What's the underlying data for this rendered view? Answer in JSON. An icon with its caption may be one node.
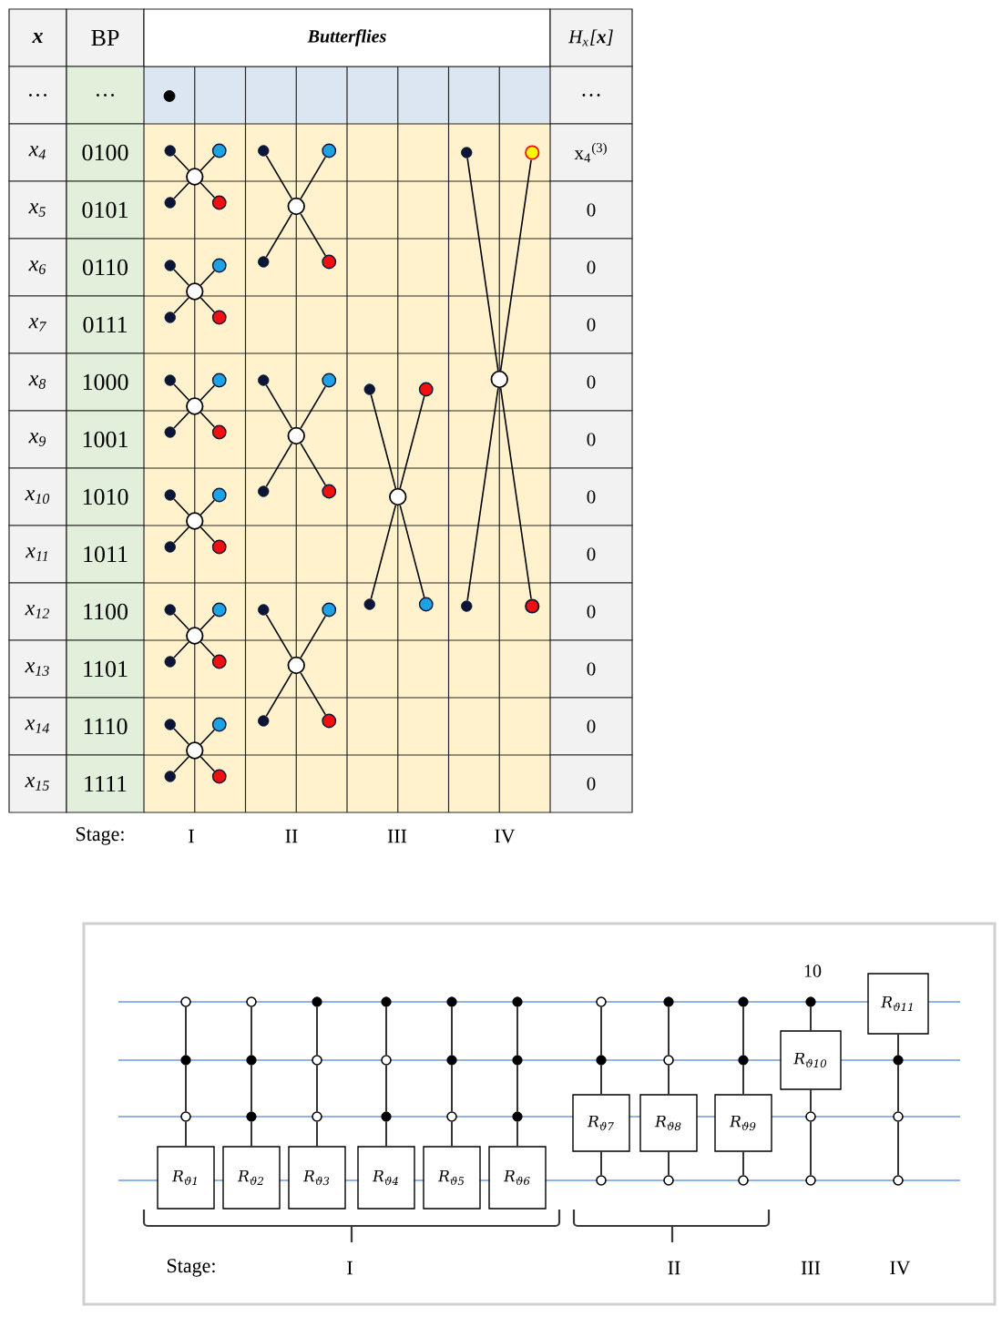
{
  "diagram": {
    "nodes": [
      {
        "text": [],
        "shape": "circle"
      },
      {
        "text": [],
        "shape": "circle"
      },
      {
        "text": [],
        "shape": "circle"
      },
      {
        "text": [],
        "shape": "circle"
      },
      {
        "text": [],
        "shape": "circle"
      },
      {
        "text": [],
        "shape": "circle"
      },
      {
        "text": [],
        "shape": "circle"
      },
      {
        "text": [],
        "shape": "circle"
      },
      {
        "text": [],
        "shape": "circle"
      },
      {
        "text": [],
        "shape": "circle"
      },
      {
        "text": [],
        "shape": "circle"
      },
      {
        "text": [],
        "shape": "circle"
      },
      {
        "text": [],
        "shape": "circle"
      },
      {
        "text": [],
        "shape": "circle"
      },
      {
        "text": [],
        "shape": "circle"
      },
      {
        "text": [],
        "shape": "circle"
      },
      {
        "text": [],
        "shape": "circle"
      },
      {
        "text": [],
        "shape": "circle"
      },
      {
        "text": [],
        "shape": "circle"
      },
      {
        "text": [],
        "shape": "circle"
      },
      {
        "text": [],
        "shape": "circle"
      },
      {
        "text": [],
        "shape": "circle"
      },
      {
        "text": [],
        "shape": "circle"
      },
      {
        "text": [],
        "shape": "circle"
      },
      {
        "text": [],
        "shape": "circle"
      },
      {
        "text": [],
        "shape": "circle"
      },
      {
        "text": [],
        "shape": "circle"
      },
      {
        "text": [],
        "shape": "circle"
      },
      {
        "text": [],
        "shape": "circle"
      },
      {
        "text": [],
        "shape": "circle"
      },
      {
        "text": [],
        "shape": "circle"
      },
      {
        "text": [],
        "shape": "circle"
      },
      {
        "text": [],
        "shape": "circle"
      },
      {
        "text": [],
        "shape": "circle"
      },
      {
        "text": [],
        "shape": "circle"
      },
      {
        "text": [],
        "shape": "circle"
      },
      {
        "text": [],
        "shape": "circle"
      },
      {
        "text": [],
        "shape": "circle"
      },
      {
        "text": [],
        "shape": "circle"
      },
      {
        "text": [],
        "shape": "circle"
      },
      {
        "text": [],
        "shape": "circle"
      },
      {
        "text": [],
        "shape": "circle"
      },
      {
        "text": [],
        "shape": "circle"
      },
      {
        "text": [],
        "shape": "circle"
      },
      {
        "text": [],
        "shape": "circle"
      },
      {
        "text": [],
        "shape": "circle"
      },
      {
        "text": [],
        "shape": "circle"
      },
      {
        "text": [],
        "shape": "circle"
      },
      {
        "text": [],
        "shape": "circle"
      },
      {
        "text": [],
        "shape": "circle"
      },
      {
        "text": [],
        "shape": "circle"
      },
      {
        "text": [],
        "shape": "circle"
      },
      {
        "text": [],
        "shape": "circle"
      },
      {
        "text": [],
        "shape": "circle"
      },
      {
        "text": [],
        "shape": "circle"
      },
      {
        "text": [],
        "shape": "circle"
      },
      {
        "text": [],
        "shape": "circle"
      },
      {
        "text": [],
        "shape": "circle"
      },
      {
        "text": [],
        "shape": "circle"
      },
      {
        "text": [
          "R$_{ϑ1}$"
        ]
      },
      {
        "text": [],
        "shape": "circle"
      },
      {
        "text": [],
        "shape": "circle"
      },
      {
        "text": [],
        "shape": "circle"
      },
      {
        "text": [
          "R$_{ϑ2}$"
        ]
      },
      {
        "text": [],
        "shape": "circle"
      },
      {
        "text": [],
        "shape": "circle"
      },
      {
        "text": [],
        "shape": "circle"
      },
      {
        "text": [
          "R$_{ϑ3}$"
        ]
      },
      {
        "text": [],
        "shape": "circle"
      },
      {
        "text": [],
        "shape": "circle"
      },
      {
        "text": [],
        "shape": "circle"
      },
      {
        "text": [
          "R$_{ϑ4}$"
        ]
      },
      {
        "text": [],
        "shape": "circle"
      },
      {
        "text": [],
        "shape": "circle"
      },
      {
        "text": [],
        "shape": "circle"
      },
      {
        "text": [
          "R$_{ϑ5}$"
        ]
      },
      {
        "text": [],
        "shape": "circle"
      },
      {
        "text": [],
        "shape": "circle"
      },
      {
        "text": [],
        "shape": "circle"
      },
      {
        "text": [
          "R$_{ϑ6}$"
        ]
      },
      {
        "text": [],
        "shape": "circle"
      },
      {
        "text": [],
        "shape": "circle"
      },
      {
        "text": [
          "R$_{ϑ7}$"
        ]
      },
      {
        "text": [],
        "shape": "circle"
      },
      {
        "text": [],
        "shape": "circle"
      },
      {
        "text": [],
        "shape": "circle"
      },
      {
        "text": [
          "R$_{ϑ8}$"
        ]
      },
      {
        "text": [],
        "shape": "circle"
      },
      {
        "text": [],
        "shape": "circle"
      },
      {
        "text": [],
        "shape": "circle"
      },
      {
        "text": [
          "R$_{ϑ9}$"
        ]
      },
      {
        "text": [],
        "shape": "circle"
      },
      {
        "text": [],
        "shape": "circle"
      },
      {
        "text": [
          "R$_{ϑ10}$"
        ]
      },
      {
        "text": [],
        "shape": "circle"
      },
      {
        "text": [],
        "shape": "circle"
      },
      {
        "text": [
          "R$_{ϑ11}$"
        ]
      },
      {
        "text": [],
        "shape": "circle"
      },
      {
        "text": [],
        "shape": "circle"
      },
      {
        "text": [],
        "shape": "circle"
      }
    ],
    "edges": [
      {
        "from": 1,
        "to": 3,
        "arrow": "none"
      },
      {
        "from": 3,
        "to": 5,
        "arrow": "none"
      },
      {
        "from": 4,
        "to": 3,
        "arrow": "none"
      },
      {
        "from": 3,
        "to": 2,
        "arrow": "none"
      },
      {
        "from": 6,
        "to": 8,
        "arrow": "none"
      },
      {
        "from": 8,
        "to": 10,
        "arrow": "none"
      },
      {
        "from": 9,
        "to": 8,
        "arrow": "none"
      },
      {
        "from": 8,
        "to": 7,
        "arrow": "none"
      },
      {
        "from": 11,
        "to": 13,
        "arrow": "none"
      },
      {
        "from": 13,
        "to": 15,
        "arrow": "none"
      },
      {
        "from": 14,
        "to": 13,
        "arrow": "none"
      },
      {
        "from": 13,
        "to": 12,
        "arrow": "none"
      },
      {
        "from": 16,
        "to": 18,
        "arrow": "none"
      },
      {
        "from": 18,
        "to": 20,
        "arrow": "none"
      },
      {
        "from": 19,
        "to": 18,
        "arrow": "none"
      },
      {
        "from": 18,
        "to": 17,
        "arrow": "none"
      },
      {
        "from": 21,
        "to": 23,
        "arrow": "none"
      },
      {
        "from": 23,
        "to": 25,
        "arrow": "none"
      },
      {
        "from": 24,
        "to": 23,
        "arrow": "none"
      },
      {
        "from": 23,
        "to": 22,
        "arrow": "none"
      },
      {
        "from": 26,
        "to": 28,
        "arrow": "none"
      },
      {
        "from": 28,
        "to": 30,
        "arrow": "none"
      },
      {
        "from": 29,
        "to": 28,
        "arrow": "none"
      },
      {
        "from": 28,
        "to": 27,
        "arrow": "none"
      },
      {
        "from": 31,
        "to": 33,
        "arrow": "none"
      },
      {
        "from": 33,
        "to": 35,
        "arrow": "none"
      },
      {
        "from": 34,
        "to": 33,
        "arrow": "none"
      },
      {
        "from": 33,
        "to": 32,
        "arrow": "none"
      },
      {
        "from": 36,
        "to": 38,
        "arrow": "none"
      },
      {
        "from": 38,
        "to": 40,
        "arrow": "none"
      },
      {
        "from": 39,
        "to": 38,
        "arrow": "none"
      },
      {
        "from": 38,
        "to": 37,
        "arrow": "none"
      },
      {
        "from": 41,
        "to": 43,
        "arrow": "none"
      },
      {
        "from": 43,
        "to": 45,
        "arrow": "none"
      },
      {
        "from": 44,
        "to": 43,
        "arrow": "none"
      },
      {
        "from": 43,
        "to": 42,
        "arrow": "none"
      },
      {
        "from": 46,
        "to": 48,
        "arrow": "none"
      },
      {
        "from": 48,
        "to": 50,
        "arrow": "none"
      },
      {
        "from": 49,
        "to": 48,
        "arrow": "none"
      },
      {
        "from": 48,
        "to": 47,
        "arrow": "none"
      },
      {
        "from": 51,
        "to": 53,
        "arrow": "none"
      },
      {
        "from": 53,
        "to": 55,
        "arrow": "none"
      },
      {
        "from": 54,
        "to": 53,
        "arrow": "none"
      },
      {
        "from": 53,
        "to": 52,
        "arrow": "none"
      },
      {
        "from": 56,
        "to": 57,
        "arrow": "none"
      },
      {
        "from": 57,
        "to": 58,
        "arrow": "none"
      },
      {
        "from": 58,
        "to": 59,
        "arrow": "none"
      },
      {
        "from": 60,
        "to": 61,
        "arrow": "none"
      },
      {
        "from": 61,
        "to": 62,
        "arrow": "none"
      },
      {
        "from": 62,
        "to": 63,
        "arrow": "none"
      },
      {
        "from": 64,
        "to": 65,
        "arrow": "none"
      },
      {
        "from": 65,
        "to": 66,
        "arrow": "none"
      },
      {
        "from": 66,
        "to": 67,
        "arrow": "none"
      },
      {
        "from": 68,
        "to": 69,
        "arrow": "none"
      },
      {
        "from": 69,
        "to": 70,
        "arrow": "none"
      },
      {
        "from": 70,
        "to": 71,
        "arrow": "none"
      },
      {
        "from": 72,
        "to": 73,
        "arrow": "none"
      },
      {
        "from": 73,
        "to": 74,
        "arrow": "none"
      },
      {
        "from": 74,
        "to": 75,
        "arrow": "none"
      },
      {
        "from": 76,
        "to": 77,
        "arrow": "none"
      },
      {
        "from": 77,
        "to": 78,
        "arrow": "none"
      },
      {
        "from": 78,
        "to": 79,
        "arrow": "none"
      },
      {
        "from": 80,
        "to": 81,
        "arrow": "none"
      },
      {
        "from": 81,
        "to": 82,
        "arrow": "none"
      },
      {
        "from": 82,
        "to": 83,
        "arrow": "none"
      },
      {
        "from": 84,
        "to": 85,
        "arrow": "none"
      },
      {
        "from": 85,
        "to": 86,
        "arrow": "none"
      },
      {
        "from": 86,
        "to": 87,
        "arrow": "none"
      },
      {
        "from": 88,
        "to": 89,
        "arrow": "none"
      },
      {
        "from": 89,
        "to": 90,
        "arrow": "none"
      },
      {
        "from": 90,
        "to": 91,
        "arrow": "none"
      },
      {
        "from": 92,
        "to": 93,
        "arrow": "none"
      },
      {
        "from": 93,
        "to": 94,
        "arrow": "none"
      },
      {
        "from": 94,
        "to": 95,
        "arrow": "none"
      },
      {
        "from": 96,
        "to": 97,
        "arrow": "none"
      },
      {
        "from": 97,
        "to": 98,
        "arrow": "none"
      },
      {
        "from": 98,
        "to": 99,
        "arrow": "none"
      }
    ],
    "labels": [
      "x",
      "BP",
      "Butterflies",
      "H$_{x}$[**x**]",
      "…",
      "…",
      "…",
      "x$_{4}$",
      "0100",
      "x$_{4}$$^{(3)}$",
      "x$_{5}$",
      "0101",
      "0",
      "x$_{6}$",
      "0110",
      "0",
      "x$_{7}$",
      "0111",
      "0",
      "x$_{8}$",
      "1000",
      "0",
      "x$_{9}$",
      "1001",
      "0",
      "x$_{10}$",
      "1010",
      "0",
      "x$_{11}$",
      "1011",
      "0",
      "x$_{12}$",
      "1100",
      "0",
      "x$_{13}$",
      "1101",
      "0",
      "x$_{14}$",
      "1110",
      "0",
      "x$_{15}$",
      "1111",
      "0",
      "Stage:",
      "I",
      "II",
      "III",
      "IV",
      "10",
      "Stage:",
      "I",
      "II",
      "III",
      "IV"
    ]
  }
}
